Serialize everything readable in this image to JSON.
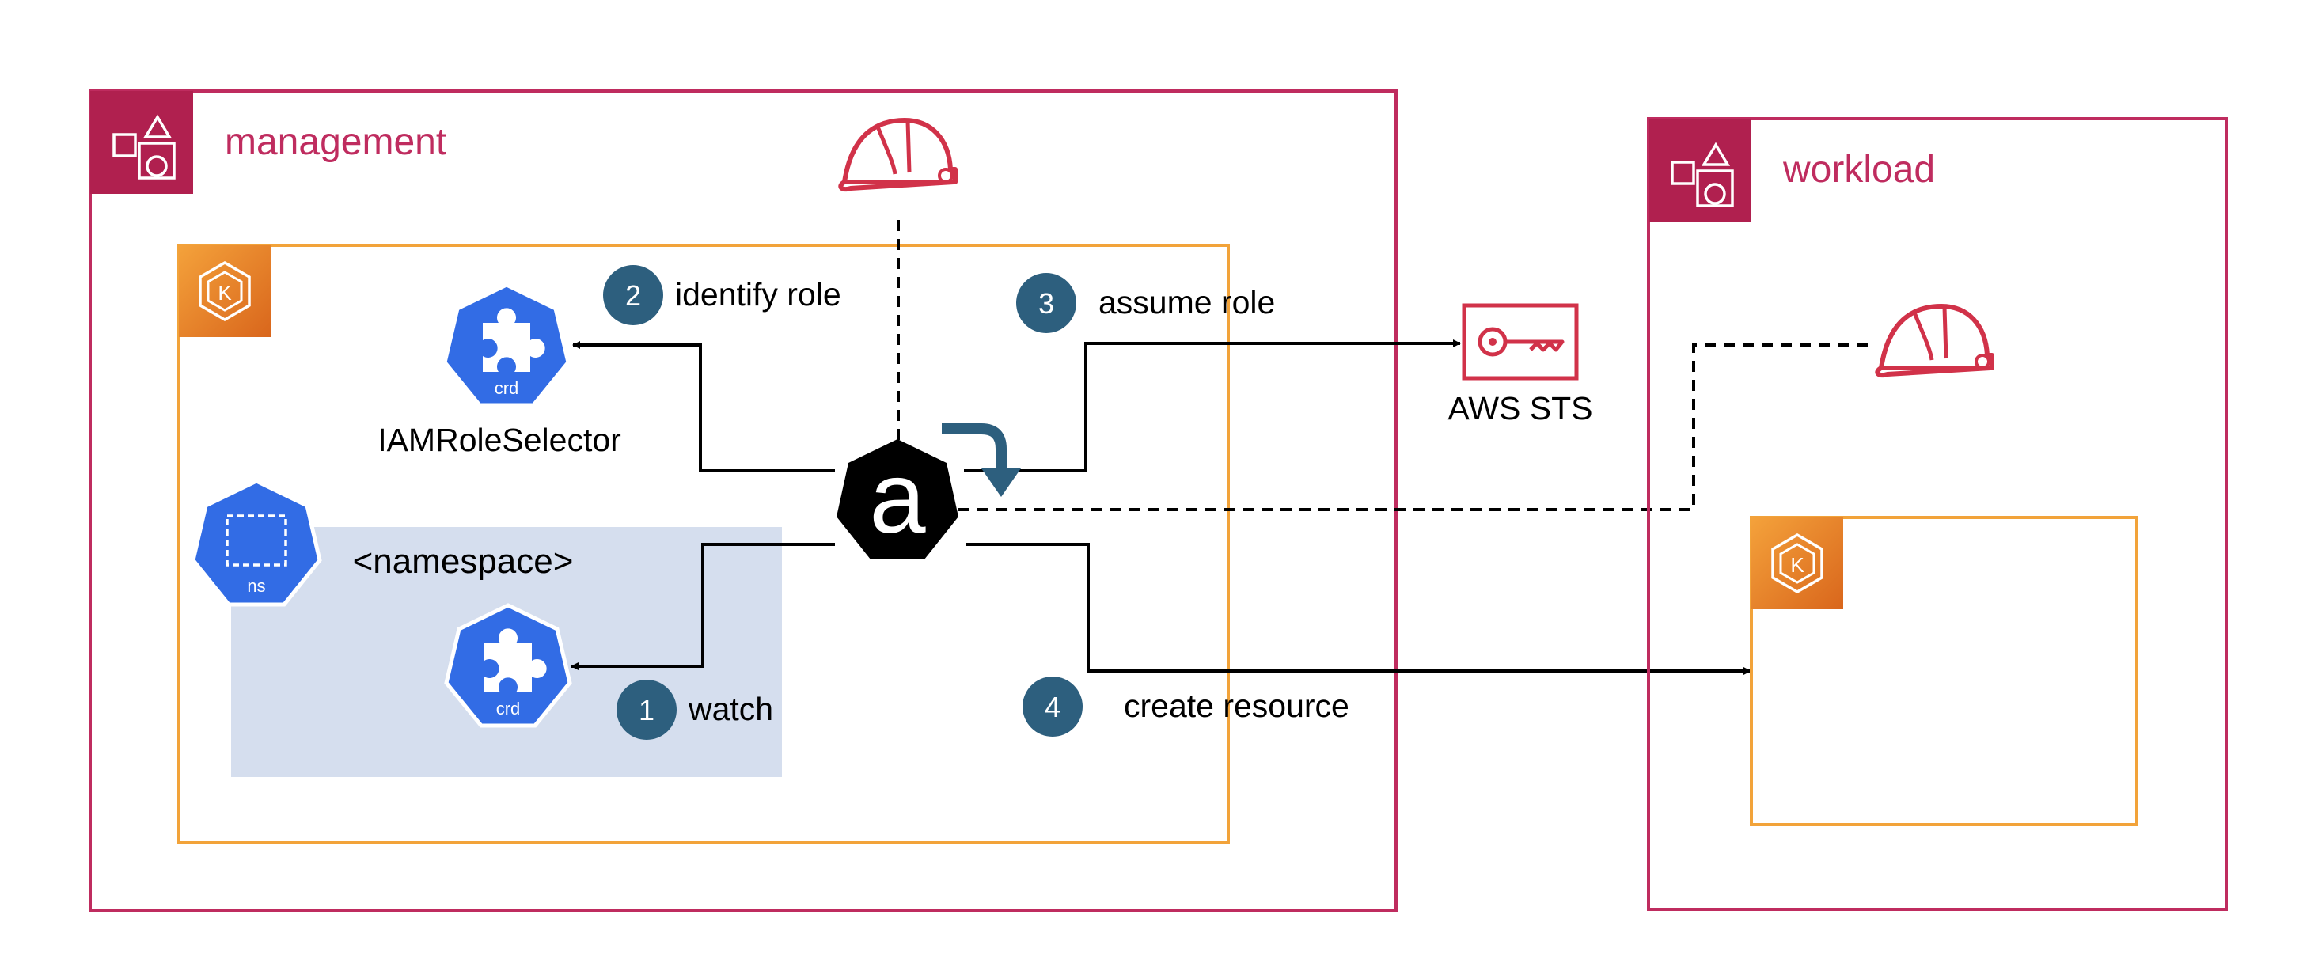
{
  "accounts": {
    "management": "management",
    "workload": "workload"
  },
  "resources": {
    "iam_role_selector": "IAMRoleSelector",
    "namespace": "<namespace>",
    "aws_sts": "AWS STS",
    "crd": "crd",
    "ns": "ns",
    "eks_k": "K",
    "ack_logo": "a"
  },
  "steps": [
    {
      "num": "1",
      "label": "watch"
    },
    {
      "num": "2",
      "label": "identify role"
    },
    {
      "num": "3",
      "label": "assume role"
    },
    {
      "num": "4",
      "label": "create resource"
    }
  ],
  "icons": [
    "account-group-icon",
    "eks-cluster-icon",
    "crd-icon",
    "namespace-icon",
    "ack-controller-icon",
    "iam-role-helmet-icon",
    "sts-key-icon"
  ],
  "colors": {
    "account_border": "#BF2C5F",
    "account_badge": "#B0204F",
    "cluster_border": "#F2A33A",
    "eks_badge": "#E27A1E",
    "namespace_fill": "#D5DEEE",
    "k8s_blue": "#326CE5",
    "step_circle": "#2D5F7E",
    "iam_red": "#D13249",
    "ack_black": "#000000"
  }
}
